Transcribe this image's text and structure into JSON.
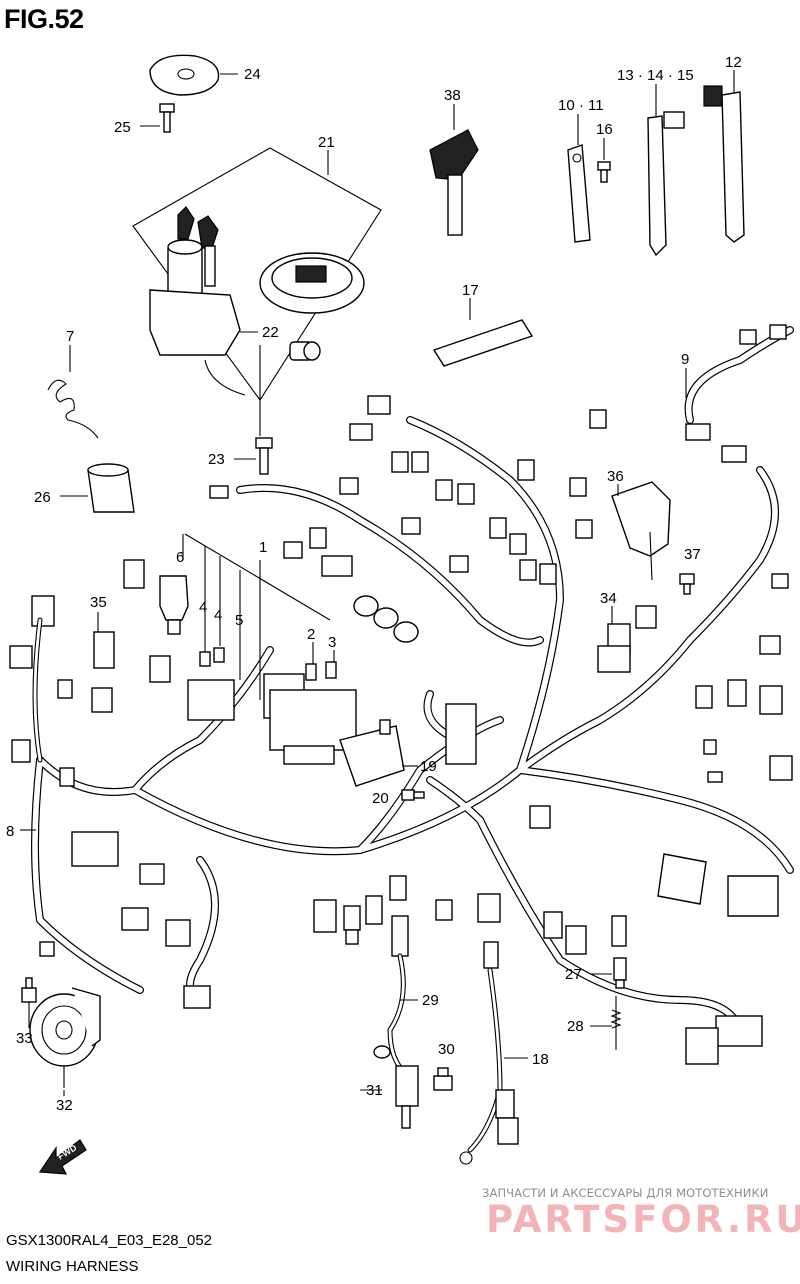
{
  "figure": {
    "title": "FIG.52"
  },
  "footer": {
    "code": "GSX1300RAL4_E03_E28_052",
    "name": "WIRING HARNESS"
  },
  "watermark": {
    "line1": "ЗАПЧАСТИ И АКСЕССУАРЫ ДЛЯ МОТОТЕХНИКИ",
    "line2": "PARTSFOR.RU"
  },
  "fwd_label": "FWD",
  "callouts": [
    {
      "id": "c24",
      "text": "24"
    },
    {
      "id": "c25",
      "text": "25"
    },
    {
      "id": "c21",
      "text": "21"
    },
    {
      "id": "c22",
      "text": "22"
    },
    {
      "id": "c7",
      "text": "7"
    },
    {
      "id": "c23",
      "text": "23"
    },
    {
      "id": "c26",
      "text": "26"
    },
    {
      "id": "c38",
      "text": "38"
    },
    {
      "id": "c1011",
      "text": "10 · 11"
    },
    {
      "id": "c16",
      "text": "16"
    },
    {
      "id": "c131415",
      "text": "13 · 14 · 15"
    },
    {
      "id": "c12",
      "text": "12"
    },
    {
      "id": "c17",
      "text": "17"
    },
    {
      "id": "c9",
      "text": "9"
    },
    {
      "id": "c36",
      "text": "36"
    },
    {
      "id": "c37",
      "text": "37"
    },
    {
      "id": "c34",
      "text": "34"
    },
    {
      "id": "c6",
      "text": "6"
    },
    {
      "id": "c1",
      "text": "1"
    },
    {
      "id": "c35",
      "text": "35"
    },
    {
      "id": "c4a",
      "text": "4"
    },
    {
      "id": "c4b",
      "text": "4"
    },
    {
      "id": "c5",
      "text": "5"
    },
    {
      "id": "c2",
      "text": "2"
    },
    {
      "id": "c3",
      "text": "3"
    },
    {
      "id": "c19",
      "text": "19"
    },
    {
      "id": "c20",
      "text": "20"
    },
    {
      "id": "c8",
      "text": "8"
    },
    {
      "id": "c29",
      "text": "29"
    },
    {
      "id": "c27",
      "text": "27"
    },
    {
      "id": "c28",
      "text": "28"
    },
    {
      "id": "c30",
      "text": "30"
    },
    {
      "id": "c18",
      "text": "18"
    },
    {
      "id": "c31",
      "text": "31"
    },
    {
      "id": "c33",
      "text": "33"
    },
    {
      "id": "c32",
      "text": "32"
    }
  ]
}
